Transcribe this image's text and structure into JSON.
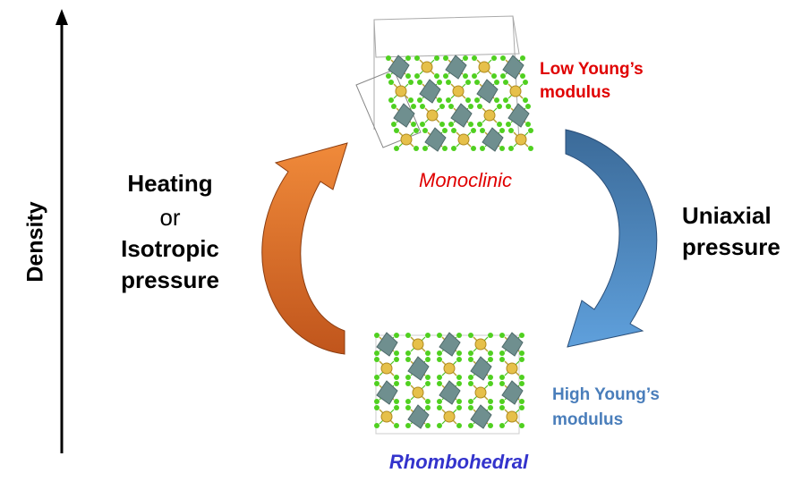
{
  "axis": {
    "label": "Density"
  },
  "left_process": {
    "line1": "Heating",
    "line2": "or",
    "line3": "Isotropic",
    "line4": "pressure"
  },
  "right_process": {
    "line1": "Uniaxial",
    "line2": "pressure"
  },
  "top_phase": {
    "name": "Monoclinic",
    "property_line1": "Low Young’s",
    "property_line2": "modulus"
  },
  "bottom_phase": {
    "name": "Rhombohedral",
    "property_line1": "High Young’s",
    "property_line2": "modulus"
  },
  "colors": {
    "red": "#e00000",
    "blue_label": "#4a7ebb",
    "rhombo": "#3333cc",
    "orange": "#e87a30",
    "steel_blue": "#4a80b8"
  }
}
